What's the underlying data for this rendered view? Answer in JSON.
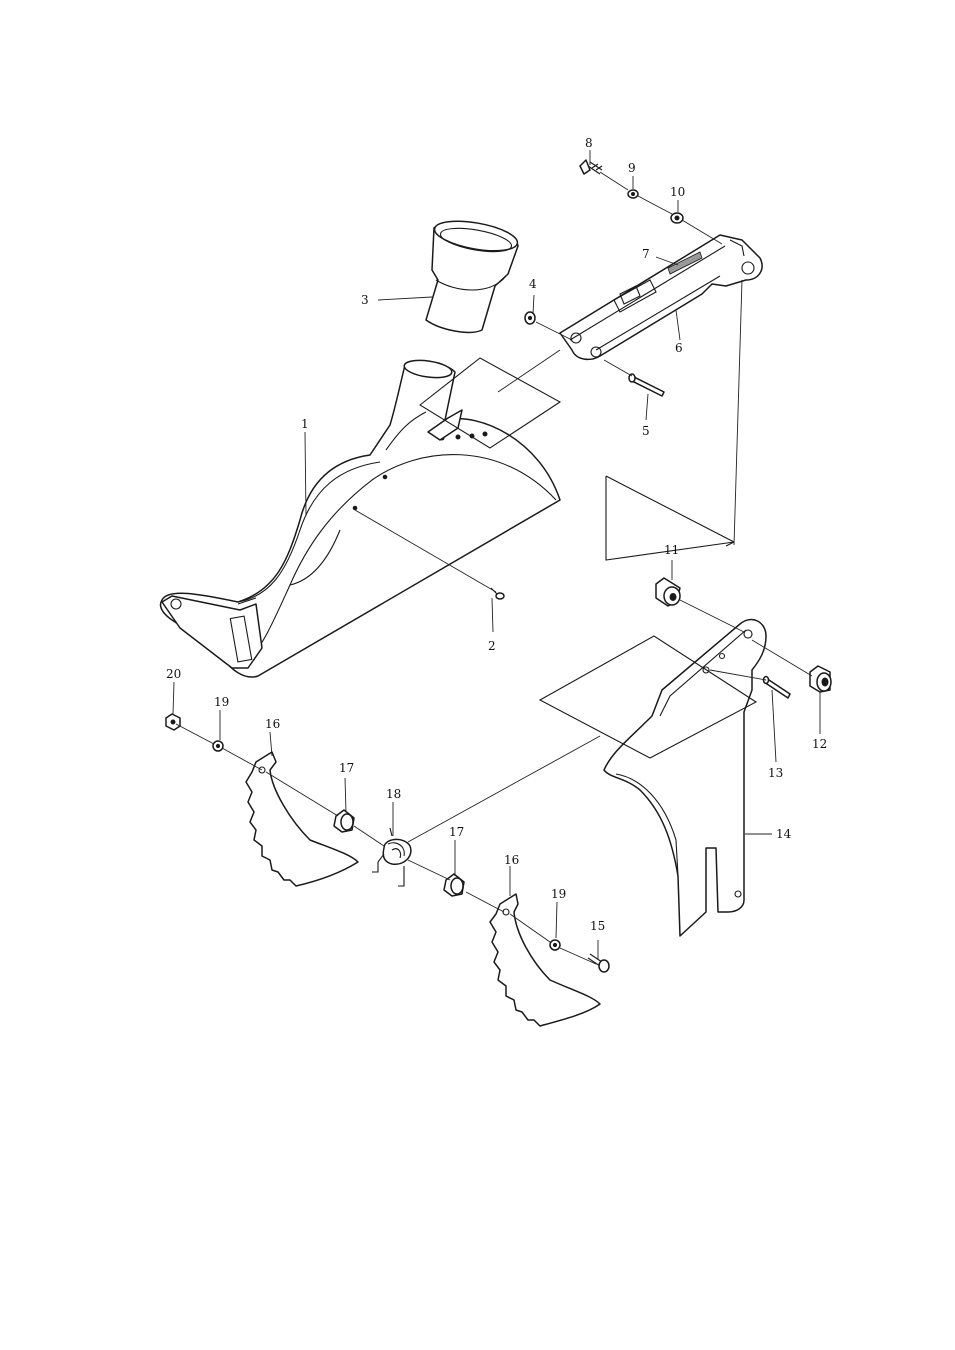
{
  "part_labels": {
    "p1": "1",
    "p2": "2",
    "p3": "3",
    "p4": "4",
    "p5": "5",
    "p6": "6",
    "p7": "7",
    "p8": "8",
    "p9": "9",
    "p10": "10",
    "p11": "11",
    "p12": "12",
    "p13": "13",
    "p14": "14",
    "p15": "15",
    "p16a": "16",
    "p16b": "16",
    "p17a": "17",
    "p17b": "17",
    "p18": "18",
    "p19a": "19",
    "p19b": "19",
    "p20": "20"
  }
}
